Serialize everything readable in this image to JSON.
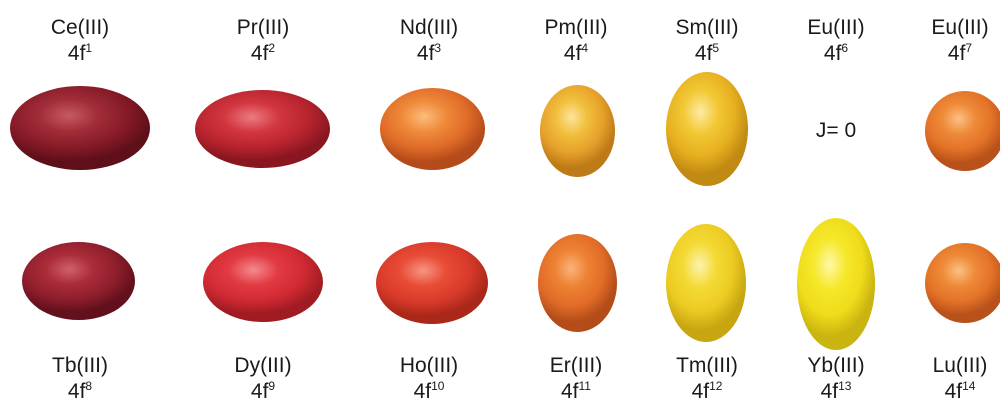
{
  "top_row": [
    {
      "ion": "Ce(III)",
      "config_base": "4f",
      "config_sup": "1",
      "color": "#8e1f2b"
    },
    {
      "ion": "Pr(III)",
      "config_base": "4f",
      "config_sup": "2",
      "color": "#c32a34"
    },
    {
      "ion": "Nd(III)",
      "config_base": "4f",
      "config_sup": "3",
      "color": "#e8702e"
    },
    {
      "ion": "Pm(III)",
      "config_base": "4f",
      "config_sup": "4",
      "color": "#e9a42b"
    },
    {
      "ion": "Sm(III)",
      "config_base": "4f",
      "config_sup": "5",
      "color": "#ebb722"
    },
    {
      "ion": "Eu(III)",
      "config_base": "4f",
      "config_sup": "6",
      "color": "",
      "note": "J= 0"
    },
    {
      "ion": "Eu(III)",
      "config_base": "4f",
      "config_sup": "7",
      "color": "#e87a2c"
    }
  ],
  "bottom_row": [
    {
      "ion": "Tb(III)",
      "config_base": "4f",
      "config_sup": "8",
      "color": "#9c1f2e"
    },
    {
      "ion": "Dy(III)",
      "config_base": "4f",
      "config_sup": "9",
      "color": "#dd2a35"
    },
    {
      "ion": "Ho(III)",
      "config_base": "4f",
      "config_sup": "10",
      "color": "#e04230"
    },
    {
      "ion": "Er(III)",
      "config_base": "4f",
      "config_sup": "11",
      "color": "#e8752c"
    },
    {
      "ion": "Tm(III)",
      "config_base": "4f",
      "config_sup": "12",
      "color": "#efd026"
    },
    {
      "ion": "Yb(III)",
      "config_base": "4f",
      "config_sup": "13",
      "color": "#f1e01d"
    },
    {
      "ion": "Lu(III)",
      "config_base": "4f",
      "config_sup": "14",
      "color": "#e97a2d"
    }
  ]
}
